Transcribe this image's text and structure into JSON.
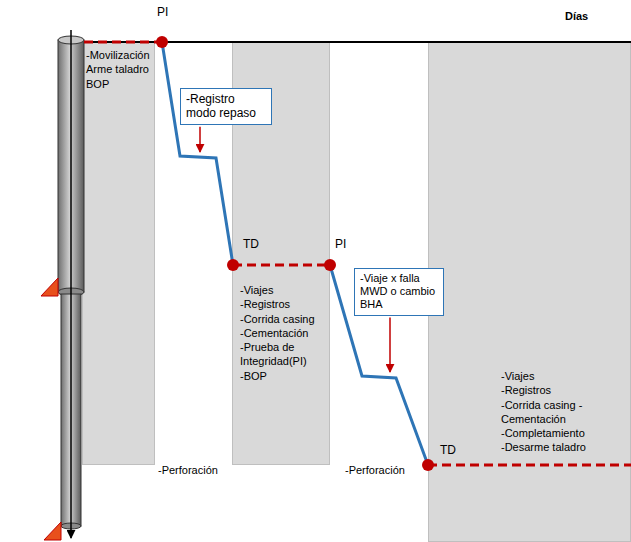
{
  "diagram": {
    "nodes": [
      {
        "text": [
          "-Movilización",
          "Arme taladro",
          "BOP"
        ]
      },
      {
        "text": [
          "-Registro modo repaso"
        ]
      },
      {
        "text": [
          "-Viajes",
          "-Registros",
          "-Corrida casing",
          "-Cementación",
          "-Prueba de Integridad(PI)",
          "-BOP"
        ]
      },
      {
        "text": [
          "-Viaje x falla MWD o cambio BHA"
        ]
      },
      {
        "text": [
          "-Viajes",
          "-Registros",
          "-Corrida casing - Cementación",
          "-Completamiento",
          "-Desarme taladro"
        ]
      }
    ],
    "labels": [
      "PI",
      "Días",
      "-Perforación",
      "TD",
      "PI",
      "-Perforación",
      "TD"
    ]
  }
}
